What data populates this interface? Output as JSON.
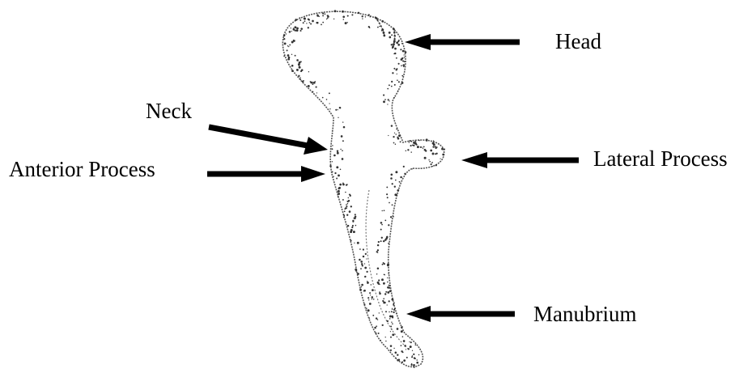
{
  "labels": {
    "head": "Head",
    "neck": "Neck",
    "lateral_process": "Lateral Process",
    "anterior_process": "Anterior Process",
    "manubrium": "Manubrium"
  },
  "colors": {
    "outline": "#555555",
    "stipple": "#333333",
    "arrow": "#000000",
    "background": "#ffffff"
  }
}
